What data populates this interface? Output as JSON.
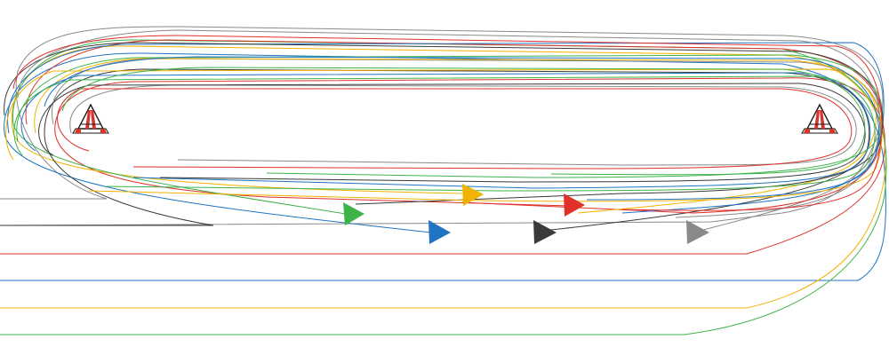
{
  "scene": {
    "background": "#ffffff",
    "markers": [
      {
        "id": "marker-left",
        "icon": "traffic-cone-icon",
        "stripe_color": "#d9342b"
      },
      {
        "id": "marker-right",
        "icon": "traffic-cone-icon",
        "stripe_color": "#d9342b"
      }
    ],
    "players": [
      {
        "color_name": "green",
        "color": "#3db34a"
      },
      {
        "color_name": "blue",
        "color": "#1f74c4"
      },
      {
        "color_name": "yellow",
        "color": "#f2b200"
      },
      {
        "color_name": "black",
        "color": "#3a3a3a"
      },
      {
        "color_name": "red",
        "color": "#e0312b"
      },
      {
        "color_name": "gray",
        "color": "#8a8a8a"
      }
    ]
  }
}
